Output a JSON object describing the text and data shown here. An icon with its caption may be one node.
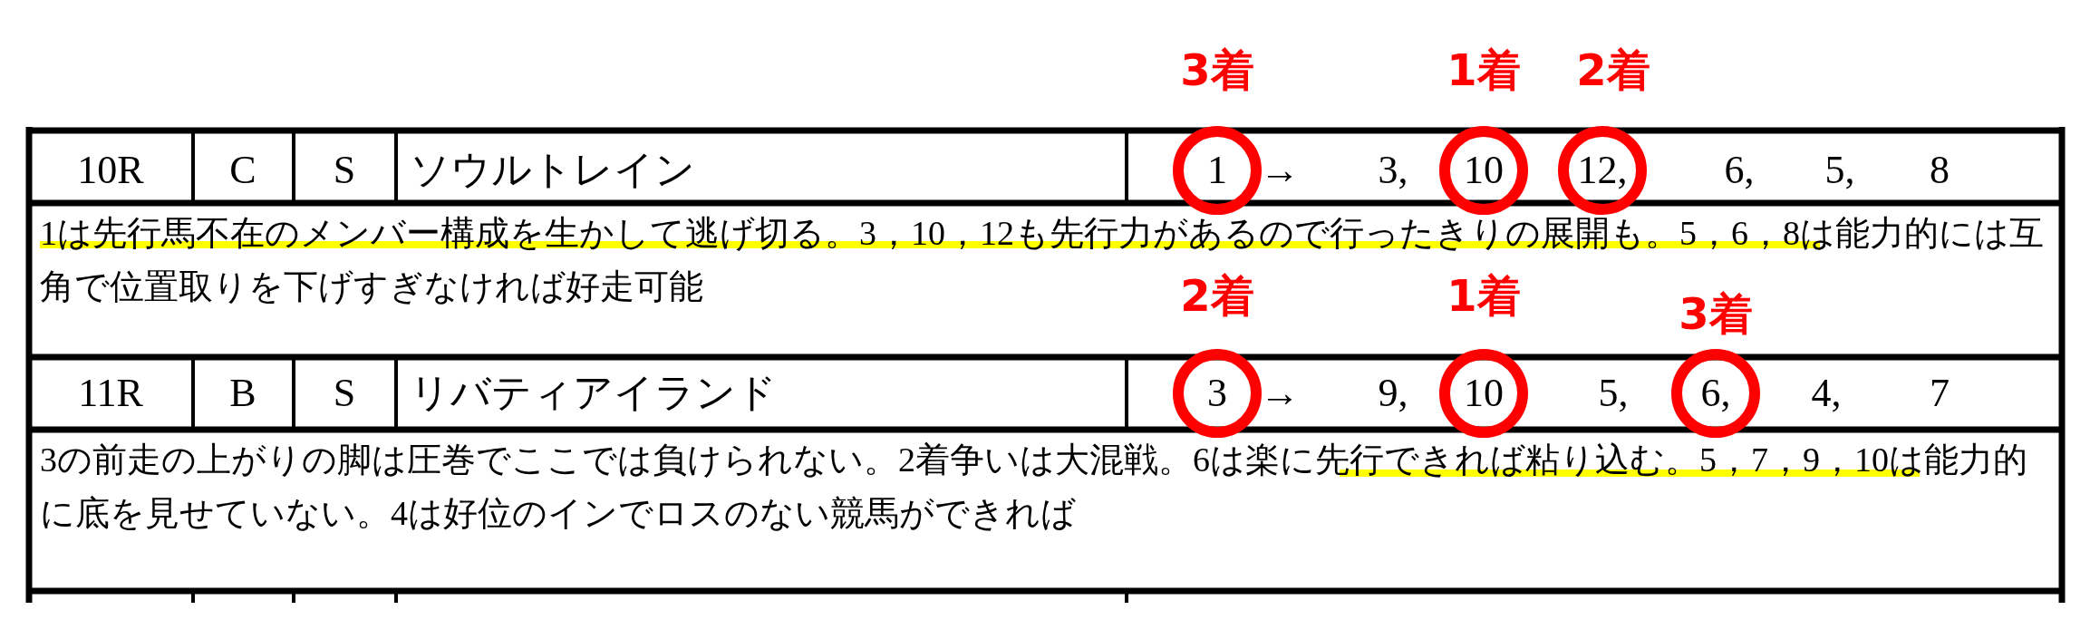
{
  "diagram": {
    "labels": [
      "3着",
      "1着",
      "2着",
      "10R",
      "C",
      "S",
      "ソウルトレイン",
      "1",
      "→",
      "3,",
      "10",
      "12,",
      "6,",
      "5,",
      "8",
      "1は先行馬不在のメンバー構成を生かして逃げ切る。3，10，12も先行力があるので行ったきりの展開も。5，6，8は能力的には互角で位置取りを下げすぎなければ好走可能",
      "2着",
      "1着",
      "3着",
      "11R",
      "B",
      "S",
      "リバティアイランド",
      "3",
      "→",
      "9,",
      "10",
      "5,",
      "6,",
      "4,",
      "7",
      "3の前走の上がりの脚は圧巻でここでは負けられない。2着争いは大混戦。6は楽に先行できれば粘り込む。5，7，9，10は能力的に底を見せていない。4は好位のインでロスのない競馬ができれば"
    ]
  }
}
